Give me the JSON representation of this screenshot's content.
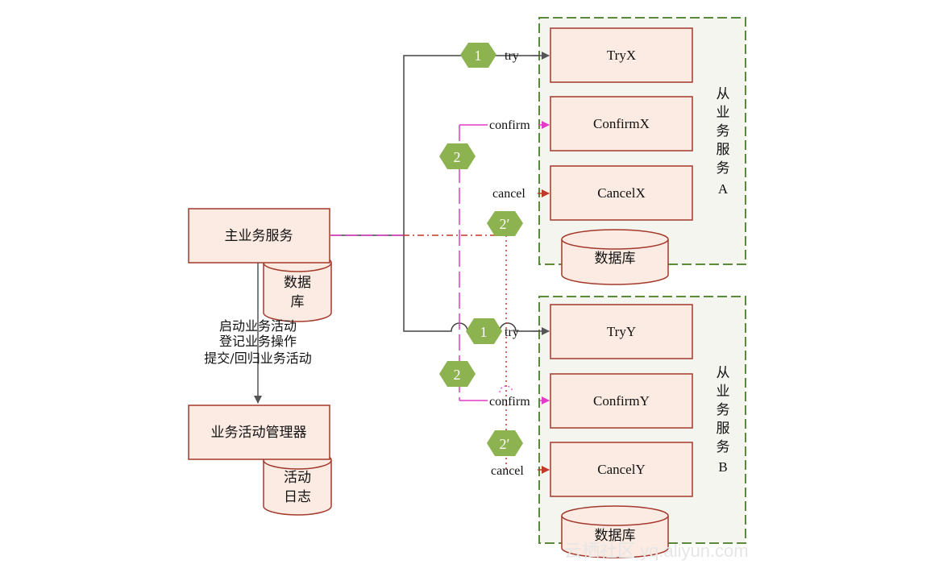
{
  "main_service": {
    "title": "主业务服务",
    "db_label_line1": "数据",
    "db_label_line2": "库"
  },
  "flow_labels": {
    "line1": "启动业务活动",
    "line2": "登记业务操作",
    "line3": "提交/回归业务活动"
  },
  "activity_manager": {
    "title": "业务活动管理器",
    "log_line1": "活动",
    "log_line2": "日志"
  },
  "service_a": {
    "title_chars": [
      "从",
      "业",
      "务",
      "服",
      "务",
      "A"
    ],
    "ops": [
      "TryX",
      "ConfirmX",
      "CancelX"
    ],
    "db_label": "数据库"
  },
  "service_b": {
    "title_chars": [
      "从",
      "业",
      "务",
      "服",
      "务",
      "B"
    ],
    "ops": [
      "TryY",
      "ConfirmY",
      "CancelY"
    ],
    "db_label": "数据库"
  },
  "arrow_labels": {
    "try": "try",
    "confirm": "confirm",
    "cancel": "cancel"
  },
  "steps": {
    "try": "1",
    "confirm": "2",
    "cancel": "2′"
  },
  "watermark": "云栖社区 yq.aliyun.com",
  "colors": {
    "box_fill": "#fcebe3",
    "box_stroke": "#a3392b",
    "panel_fill": "#f3f5ee",
    "panel_stroke": "#5b8a3a",
    "hex_fill": "#8db250",
    "confirm_line": "#e23bc8",
    "cancel_line": "#c0392b",
    "try_line": "#444444"
  }
}
